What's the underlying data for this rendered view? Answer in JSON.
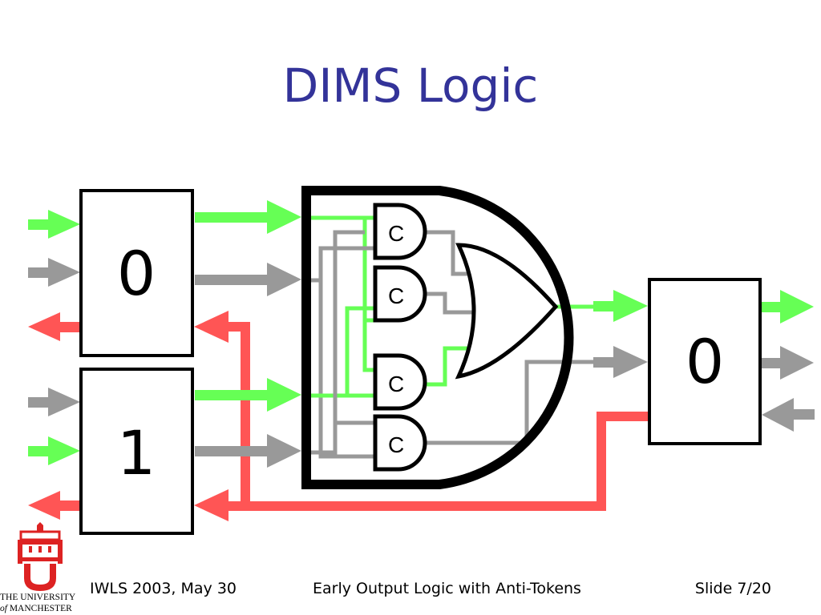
{
  "slide": {
    "title": "DIMS Logic",
    "footer": {
      "left": "IWLS 2003, May 30",
      "center": "Early Output Logic with Anti-Tokens",
      "right": "Slide 7/20"
    },
    "logo": {
      "line1": "THE UNIVERSITY",
      "line2_prefix": "of",
      "line2_name": "MANCHESTER"
    }
  },
  "diagram": {
    "input_register_top": "0",
    "input_register_bottom": "1",
    "output_register": "0",
    "c_element_label": "C",
    "colors": {
      "active": "#66ff55",
      "idle": "#999999",
      "ack": "#ff5555",
      "box": "#000000"
    }
  }
}
